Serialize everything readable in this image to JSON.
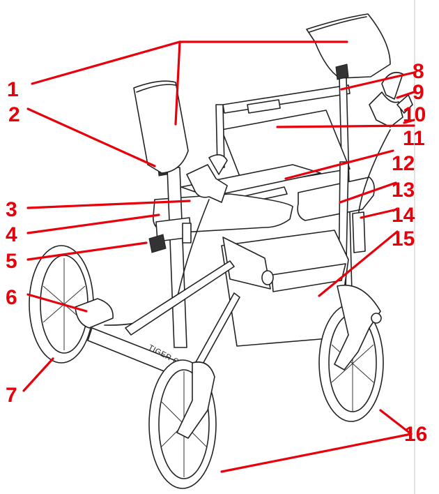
{
  "diagram": {
    "brand_text": "TIGER OUTDOOR",
    "callouts": [
      {
        "id": "1",
        "label": "1"
      },
      {
        "id": "2",
        "label": "2"
      },
      {
        "id": "3",
        "label": "3"
      },
      {
        "id": "4",
        "label": "4"
      },
      {
        "id": "5",
        "label": "5"
      },
      {
        "id": "6",
        "label": "6"
      },
      {
        "id": "7",
        "label": "7"
      },
      {
        "id": "8",
        "label": "8"
      },
      {
        "id": "9",
        "label": "9"
      },
      {
        "id": "10",
        "label": "10"
      },
      {
        "id": "11",
        "label": "11"
      },
      {
        "id": "12",
        "label": "12"
      },
      {
        "id": "13",
        "label": "13"
      },
      {
        "id": "14",
        "label": "14"
      },
      {
        "id": "15",
        "label": "15"
      },
      {
        "id": "16",
        "label": "16"
      }
    ],
    "colors": {
      "callout": "#e8000b",
      "line_art": "#222222",
      "background": "#ffffff"
    }
  }
}
